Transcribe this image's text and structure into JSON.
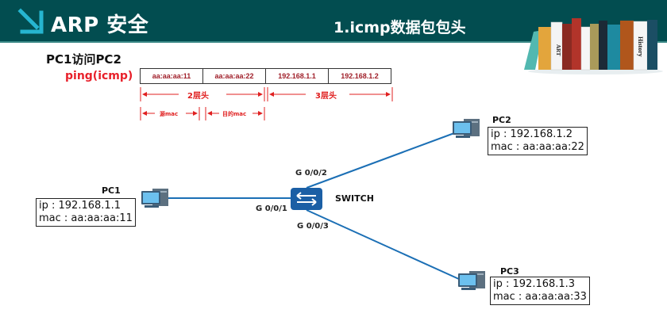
{
  "header": {
    "title": "ARP 安全",
    "subtitle": "1.icmp数据包包头",
    "logo_icon": "arrow-down-right-icon",
    "decoration": "books-illustration",
    "book_labels": [
      "ART",
      "History"
    ],
    "colors": {
      "header_bg": "#024d50",
      "accent": "#26b5d0"
    }
  },
  "packet": {
    "title": "PC1访问PC2",
    "protocol_label": "ping(icmp)",
    "fields": [
      "aa:aa:aa:11",
      "aa:aa:aa:22",
      "192.168.1.1",
      "192.168.1.2"
    ],
    "layer2_label": "2层头",
    "layer3_label": "3层头",
    "src_mac_label": "源mac",
    "dst_mac_label": "目的mac",
    "annotation_color": "#e02020"
  },
  "topology": {
    "switch": {
      "name": "SWITCH",
      "icon": "switch-icon"
    },
    "ports": [
      "G 0/0/1",
      "G 0/0/2",
      "G 0/0/3"
    ],
    "link_color": "#1b6fb5",
    "hosts": [
      {
        "name": "PC1",
        "ip_line": "ip : 192.168.1.1",
        "mac_line": "mac : aa:aa:aa:11"
      },
      {
        "name": "PC2",
        "ip_line": "ip : 192.168.1.2",
        "mac_line": "mac : aa:aa:aa:22"
      },
      {
        "name": "PC3",
        "ip_line": "ip : 192.168.1.3",
        "mac_line": "mac : aa:aa:aa:33"
      }
    ]
  }
}
